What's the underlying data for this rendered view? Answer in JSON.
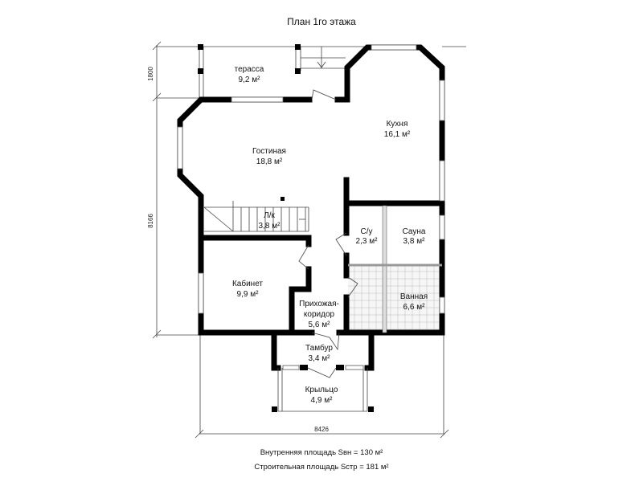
{
  "title": "План 1го этажа",
  "dimensions": {
    "terrace_depth": "1800",
    "total_depth": "8166",
    "total_width": "8426"
  },
  "rooms": [
    {
      "name": "терасса",
      "area": "9,2 м²"
    },
    {
      "name": "Кухня",
      "area": "16,1 м²"
    },
    {
      "name": "Гостиная",
      "area": "18,8 м²"
    },
    {
      "name": "Л/к",
      "area": "3,8 м²"
    },
    {
      "name": "С/у",
      "area": "2,3 м²"
    },
    {
      "name": "Сауна",
      "area": "3,8 м²"
    },
    {
      "name": "Кабинет",
      "area": "9,9 м²"
    },
    {
      "name": "Ванная",
      "area": "6,6 м²"
    },
    {
      "name": "Прихожая-",
      "name2": "коридор",
      "area": "5,6 м²"
    },
    {
      "name": "Тамбур",
      "area": "3,4 м²"
    },
    {
      "name": "Крыльцо",
      "area": "4,9 м²"
    }
  ],
  "footer": {
    "internal_area": "Внутренняя площадь  Sвн = 130 м²",
    "building_area": "Строительная площадь  Sстр = 181 м²"
  }
}
